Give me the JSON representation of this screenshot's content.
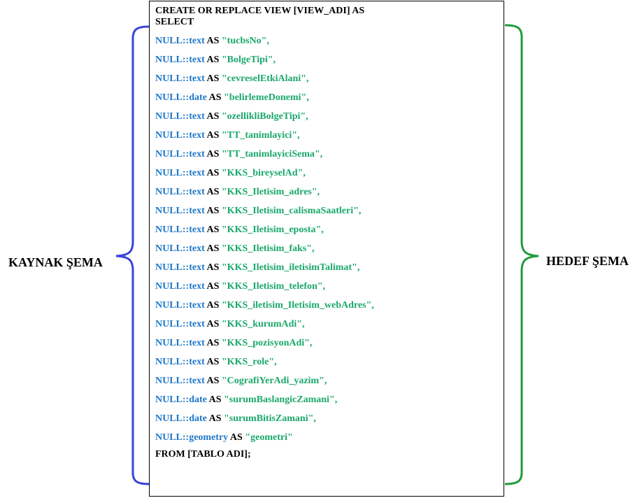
{
  "left_label": "KAYNAK ŞEMA",
  "right_label": "HEDEF ŞEMA",
  "colors": {
    "left_brace": "#3b44d8",
    "right_brace": "#1f9a3a",
    "keyword": "#1f77c8",
    "string": "#1aa86a"
  },
  "sql": {
    "header": [
      "CREATE OR REPLACE VIEW [VIEW_ADI] AS",
      "SELECT"
    ],
    "lines": [
      {
        "type": "NULL::text",
        "as": "AS",
        "name": "\"tucbsNo\","
      },
      {
        "type": "NULL::text",
        "as": "AS",
        "name": "\"BolgeTipi\","
      },
      {
        "type": "NULL::text",
        "as": "AS",
        "name": "\"cevreselEtkiAlani\","
      },
      {
        "type": "NULL::date",
        "as": "AS",
        "name": "\"belirlemeDonemi\","
      },
      {
        "type": "NULL::text",
        "as": "AS",
        "name": "\"ozellikliBolgeTipi\","
      },
      {
        "type": "NULL::text",
        "as": "AS",
        "name": "\"TT_tanimlayici\","
      },
      {
        "type": "NULL::text",
        "as": "AS",
        "name": "\"TT_tanimlayiciSema\","
      },
      {
        "type": "NULL::text",
        "as": "AS",
        "name": "\"KKS_bireyselAd\","
      },
      {
        "type": "NULL::text",
        "as": "AS",
        "name": "\"KKS_Iletisim_adres\","
      },
      {
        "type": "NULL::text",
        "as": "AS",
        "name": "\"KKS_Iletisim_calismaSaatleri\","
      },
      {
        "type": "NULL::text",
        "as": "AS",
        "name": "\"KKS_Iletisim_eposta\","
      },
      {
        "type": "NULL::text",
        "as": "AS",
        "name": "\"KKS_Iletisim_faks\","
      },
      {
        "type": "NULL::text",
        "as": "AS",
        "name": "\"KKS_Iletisim_iletisimTalimat\","
      },
      {
        "type": "NULL::text",
        "as": "AS",
        "name": "\"KKS_Iletisim_telefon\","
      },
      {
        "type": "NULL::text",
        "as": "AS",
        "name": "\"KKS_iletisim_Iletisim_webAdres\","
      },
      {
        "type": "NULL::text",
        "as": "AS",
        "name": "\"KKS_kurumAdi\","
      },
      {
        "type": "NULL::text",
        "as": "AS",
        "name": "\"KKS_pozisyonAdi\","
      },
      {
        "type": "NULL::text",
        "as": "AS",
        "name": "\"KKS_role\","
      },
      {
        "type": "NULL::text",
        "as": "AS",
        "name": "\"CografiYerAdi_yazim\","
      },
      {
        "type": "NULL::date",
        "as": "AS",
        "name": "\"surumBaslangicZamani\","
      },
      {
        "type": "NULL::date",
        "as": "AS",
        "name": "\"surumBitisZamani\","
      },
      {
        "type": "NULL::geometry",
        "as": "AS",
        "name": "\"geometri\""
      }
    ],
    "footer": "FROM [TABLO ADI];"
  }
}
